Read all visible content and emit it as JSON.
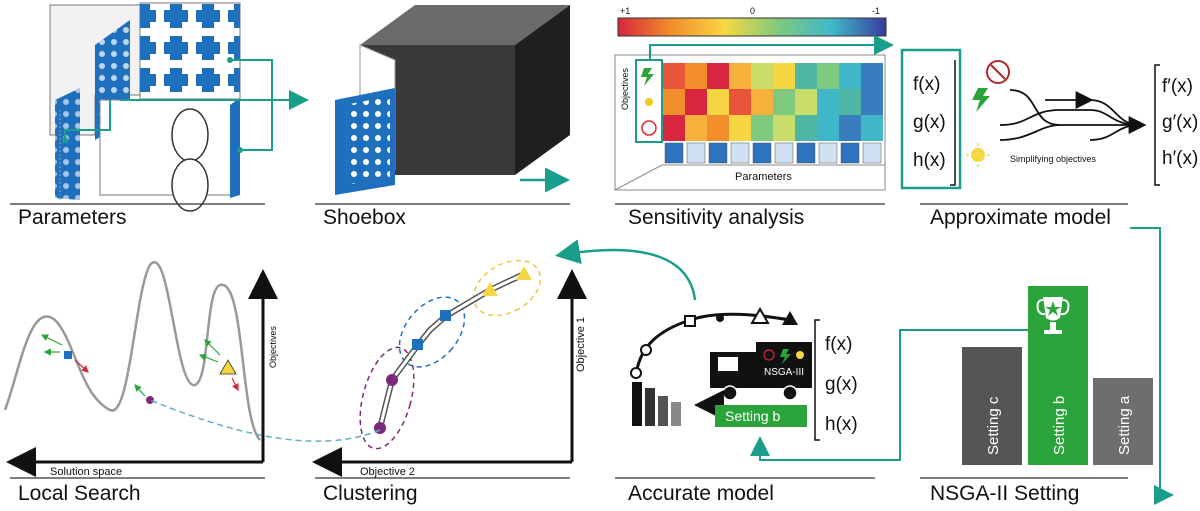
{
  "panels": {
    "parameters": "Parameters",
    "shoebox": "Shoebox",
    "sensitivity": "Sensitivity analysis",
    "approximate": "Approximate model",
    "local_search": "Local Search",
    "clustering": "Clustering",
    "accurate": "Accurate model",
    "nsga_setting": "NSGA-II Setting"
  },
  "sensitivity": {
    "scale_max": "+1",
    "scale_mid": "0",
    "scale_min": "-1",
    "objectives_label": "Objectives",
    "parameters_label": "Parameters"
  },
  "approximate": {
    "f": "f(x)",
    "g": "g(x)",
    "h": "h(x)",
    "f_prime": "f′(x)",
    "g_prime": "g′(x)",
    "h_prime": "h′(x)",
    "caption": "Simplifying objectives"
  },
  "local_search": {
    "y_label": "Objectives",
    "x_label": "Solution space"
  },
  "clustering": {
    "y_label": "Objective 1",
    "x_label": "Objective 2"
  },
  "accurate": {
    "truck_label": "NSGA-III",
    "setting_label": "Setting b",
    "f": "f(x)",
    "g": "g(x)",
    "h": "h(x)"
  },
  "nsga": {
    "bars": [
      {
        "label": "Setting c",
        "color": "#555555"
      },
      {
        "label": "Setting b",
        "color": "#2aa33a"
      },
      {
        "label": "Setting a",
        "color": "#6e6e6e"
      }
    ]
  },
  "colors": {
    "teal": "#1a9e8c",
    "green": "#2aa33a",
    "blue": "#1f6fbf",
    "dark": "#222222"
  }
}
